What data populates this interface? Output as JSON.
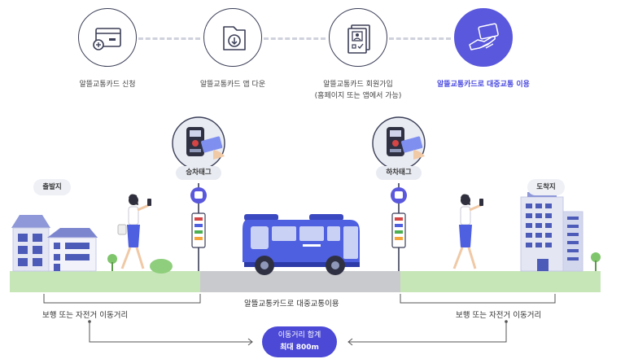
{
  "steps": [
    {
      "label": "알뜰교통카드 신청",
      "icon": "card-plus-icon"
    },
    {
      "label": "알뜰교통카드 앱 다운",
      "icon": "app-download-icon"
    },
    {
      "label": "알뜰교통카드 회원가입",
      "sublabel": "(홈페이지 또는 앱에서 가능)",
      "icon": "membership-form-icon"
    },
    {
      "label": "알뜰교통카드로 대중교통 이용",
      "icon": "card-handshake-icon"
    }
  ],
  "scene": {
    "departure": "출발지",
    "arrival": "도착지",
    "board_tag": "승차태그",
    "alight_tag": "하차태그",
    "caption_left": "보행 또는 자전거 이동거리",
    "caption_center": "알뜰교통카드로 대중교통이용",
    "caption_right": "보행 또는 자전거 이동거리",
    "total_line1": "이동거리 합계",
    "total_line2": "최대 800m"
  },
  "colors": {
    "accent": "#5a58dc",
    "bus": "#4e5fe0",
    "ground": "#c7e6b8",
    "road": "#c9cace"
  }
}
